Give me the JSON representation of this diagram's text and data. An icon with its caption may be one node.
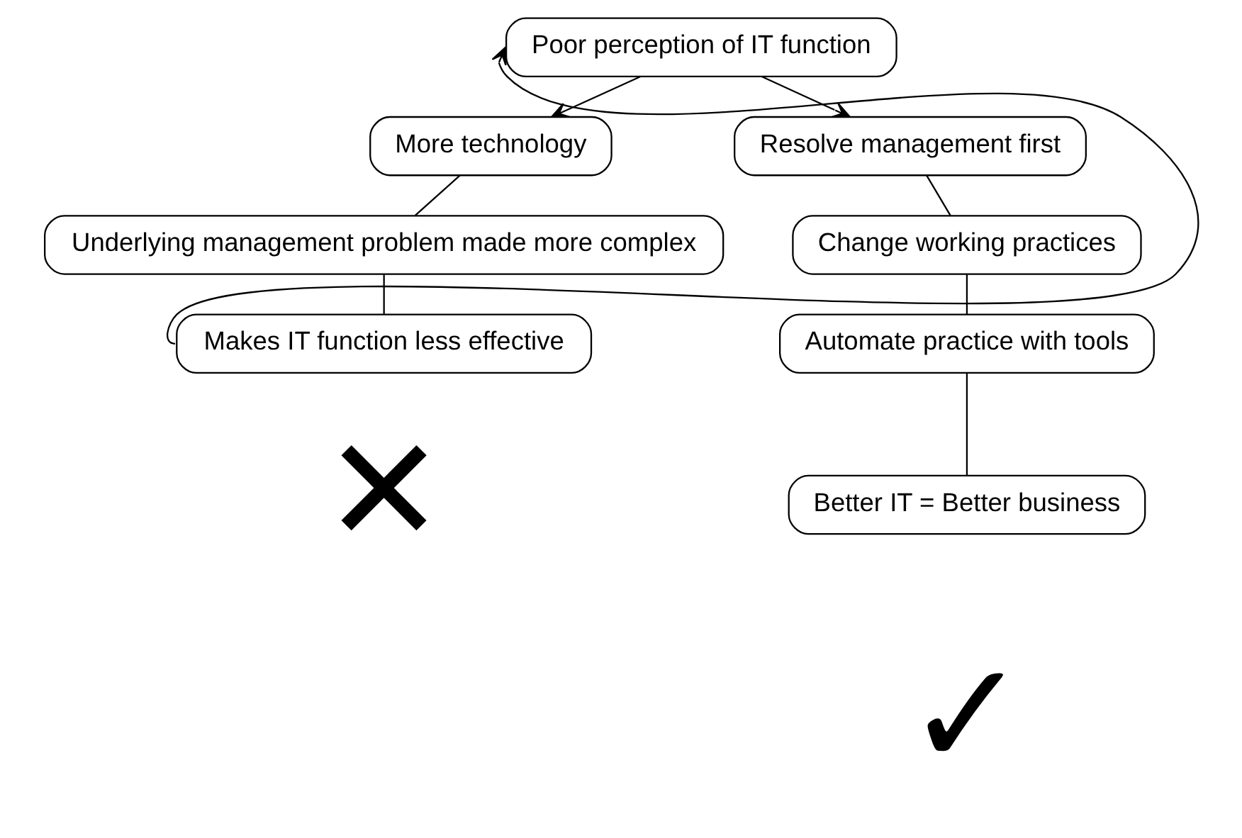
{
  "diagram": {
    "nodes": [
      {
        "text": [
          "Poor perception of IT function"
        ]
      },
      {
        "text": [
          "More technology"
        ]
      },
      {
        "text": [
          "Underlying management problem made more complex"
        ]
      },
      {
        "text": [
          "Makes IT function less effective"
        ]
      },
      {
        "text": [
          "Resolve management first"
        ]
      },
      {
        "text": [
          "Change working practices"
        ]
      },
      {
        "text": [
          "Automate practice with tools"
        ]
      },
      {
        "text": [
          "Better IT = Better business"
        ]
      }
    ],
    "labels": [
      "✕",
      "✓"
    ],
    "edges": [
      {
        "from": 0,
        "to": 1,
        "arrow": "to"
      },
      {
        "from": 1,
        "to": 2,
        "arrow": "none"
      },
      {
        "from": 2,
        "to": 3,
        "arrow": "none"
      },
      {
        "from": 3,
        "to": 0,
        "arrow": "to"
      },
      {
        "from": 0,
        "to": 4,
        "arrow": "to"
      },
      {
        "from": 4,
        "to": 5,
        "arrow": "none"
      },
      {
        "from": 5,
        "to": 6,
        "arrow": "none"
      },
      {
        "from": 6,
        "to": 7,
        "arrow": "none"
      }
    ]
  }
}
